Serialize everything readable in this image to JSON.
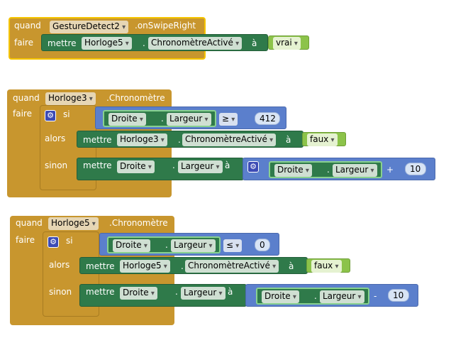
{
  "blocks": [
    {
      "event": {
        "when": "quand",
        "component": "GestureDetect2",
        "event": ".onSwipeRight",
        "do": "faire"
      },
      "set": {
        "label": "mettre",
        "component": "Horloge5",
        "dot": ".",
        "property": "ChronomètreActivé",
        "to": "à"
      },
      "value": "vrai"
    },
    {
      "event": {
        "when": "quand",
        "component": "Horloge3",
        "event": ".Chronomètre",
        "do": "faire"
      },
      "if_label": "si",
      "then_label": "alors",
      "else_label": "sinon",
      "cond": {
        "component": "Droite",
        "dot": ".",
        "property": "Largeur",
        "op": "≥",
        "value": "412"
      },
      "then_set": {
        "label": "mettre",
        "component": "Horloge3",
        "dot": ".",
        "property": "ChronomètreActivé",
        "to": "à",
        "value": "faux"
      },
      "else_set": {
        "label": "mettre",
        "component": "Droite",
        "dot": ".",
        "property": "Largeur",
        "to": "à",
        "expr": {
          "component": "Droite",
          "dot": ".",
          "property": "Largeur",
          "op": "+",
          "value": "10"
        }
      }
    },
    {
      "event": {
        "when": "quand",
        "component": "Horloge5",
        "event": ".Chronomètre",
        "do": "faire"
      },
      "if_label": "si",
      "then_label": "alors",
      "else_label": "sinon",
      "cond": {
        "component": "Droite",
        "dot": ".",
        "property": "Largeur",
        "op": "≤",
        "value": "0"
      },
      "then_set": {
        "label": "mettre",
        "component": "Horloge5",
        "dot": ".",
        "property": "ChronomètreActivé",
        "to": "à",
        "value": "faux"
      },
      "else_set": {
        "label": "mettre",
        "component": "Droite",
        "dot": ".",
        "property": "Largeur",
        "to": "à",
        "expr": {
          "component": "Droite",
          "dot": ".",
          "property": "Largeur",
          "op": "-",
          "value": "10"
        }
      }
    }
  ],
  "icons": {
    "mutator": "gear-icon"
  },
  "colors": {
    "event": "#c8962e",
    "setter": "#2f7a4a",
    "math": "#5b7fcc",
    "logic": "#8cc34a",
    "selected": "#f5c400"
  }
}
